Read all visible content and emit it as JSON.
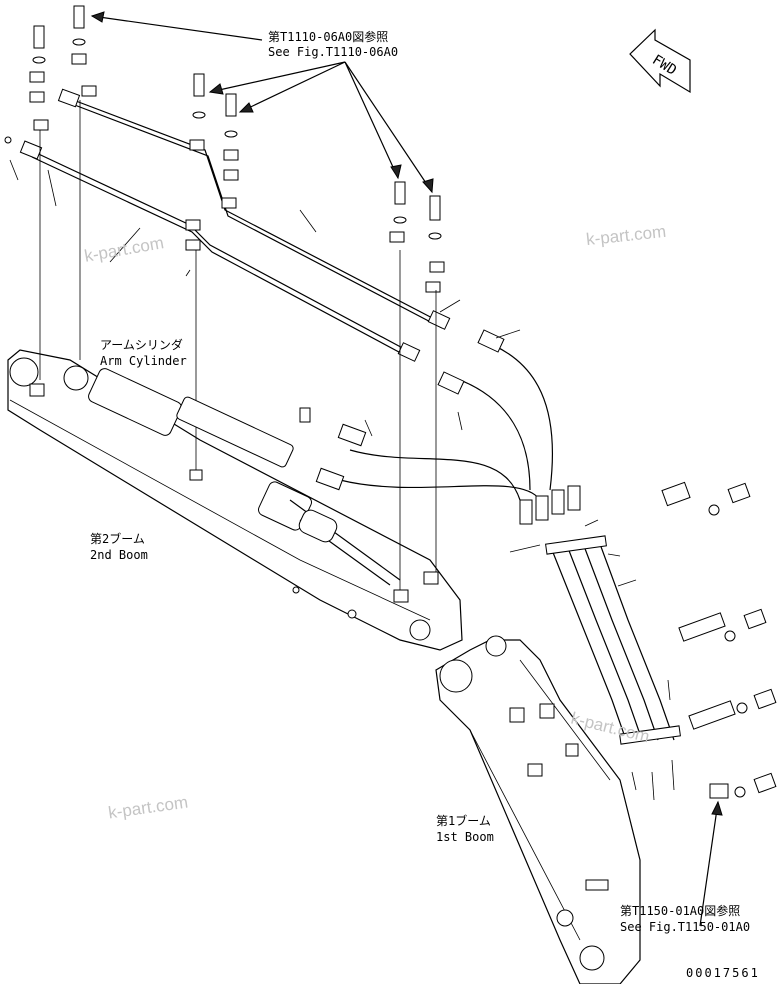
{
  "labels": {
    "ref_top_jp": "第T1110-06A0図参照",
    "ref_top_en": "See Fig.T1110-06A0",
    "ref_bottom_jp": "第T1150-01A0図参照",
    "ref_bottom_en": "See Fig.T1150-01A0",
    "arm_cylinder_jp": "アームシリンダ",
    "arm_cylinder_en": "Arm Cylinder",
    "boom2_jp": "第2ブーム",
    "boom2_en": "2nd Boom",
    "boom1_jp": "第1ブーム",
    "boom1_en": "1st Boom",
    "fwd": "FWD",
    "drawing_number": "00017561"
  },
  "watermarks": [
    "k-part.com",
    "k-part.com",
    "k-part.com",
    "k-part.com"
  ],
  "icons": {
    "fwd_arrow": "fwd-arrow-icon"
  }
}
